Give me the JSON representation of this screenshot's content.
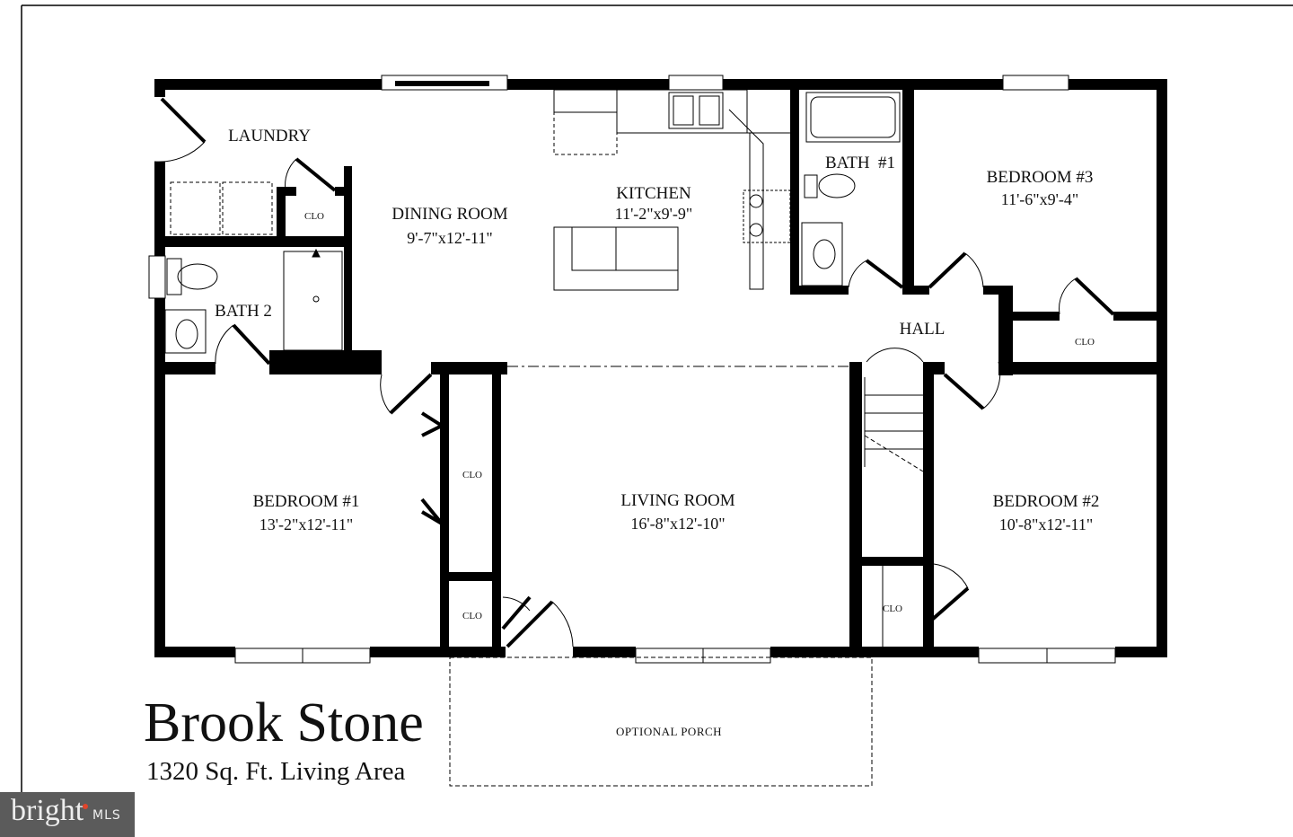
{
  "plan": {
    "title": "Brook Stone",
    "subtitle": "1320 Sq. Ft. Living Area",
    "rooms": {
      "laundry": {
        "label": "LAUNDRY"
      },
      "dining": {
        "label": "DINING ROOM",
        "dims": "9'-7\"x12'-11\""
      },
      "kitchen": {
        "label": "KITCHEN",
        "dims": "11'-2\"x9'-9\""
      },
      "bath1": {
        "label": "BATH  #1"
      },
      "bedroom3": {
        "label": "BEDROOM #3",
        "dims": "11'-6\"x9'-4\""
      },
      "bath2": {
        "label": "BATH 2"
      },
      "hall": {
        "label": "HALL"
      },
      "bedroom1": {
        "label": "BEDROOM #1",
        "dims": "13'-2\"x12'-11\""
      },
      "living": {
        "label": "LIVING ROOM",
        "dims": "16'-8\"x12'-10\""
      },
      "bedroom2": {
        "label": "BEDROOM #2",
        "dims": "10'-8\"x12'-11\""
      },
      "porch": {
        "label": "OPTIONAL PORCH"
      }
    },
    "closet_label": "CLO"
  },
  "logo": {
    "brand": "bright",
    "suffix": "MLS"
  }
}
